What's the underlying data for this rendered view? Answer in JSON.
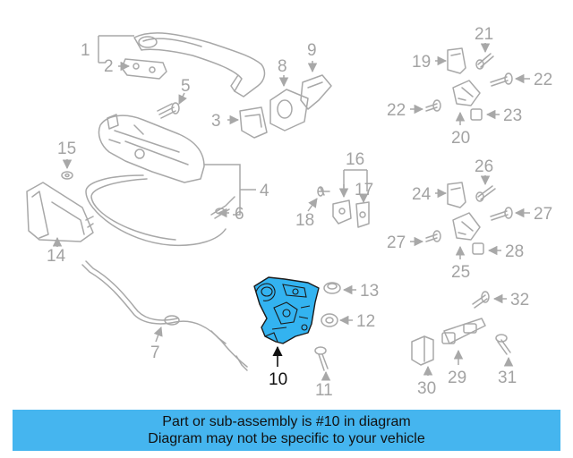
{
  "banner": {
    "line1": "Part or sub-assembly is #10 in diagram",
    "line2": "Diagram may not be specific to your vehicle"
  },
  "highlight_color": "#45b5ef",
  "highlighted_part": "10",
  "callouts": {
    "c1": "1",
    "c2": "2",
    "c3": "3",
    "c4": "4",
    "c5": "5",
    "c6": "6",
    "c7": "7",
    "c8": "8",
    "c9": "9",
    "c10": "10",
    "c11": "11",
    "c12": "12",
    "c13": "13",
    "c14": "14",
    "c15": "15",
    "c16": "16",
    "c17": "17",
    "c18": "18",
    "c19": "19",
    "c20": "20",
    "c21": "21",
    "c22a": "22",
    "c22b": "22",
    "c23": "23",
    "c24": "24",
    "c25": "25",
    "c26": "26",
    "c27a": "27",
    "c27b": "27",
    "c28": "28",
    "c29": "29",
    "c30": "30",
    "c31": "31",
    "c32": "32"
  }
}
